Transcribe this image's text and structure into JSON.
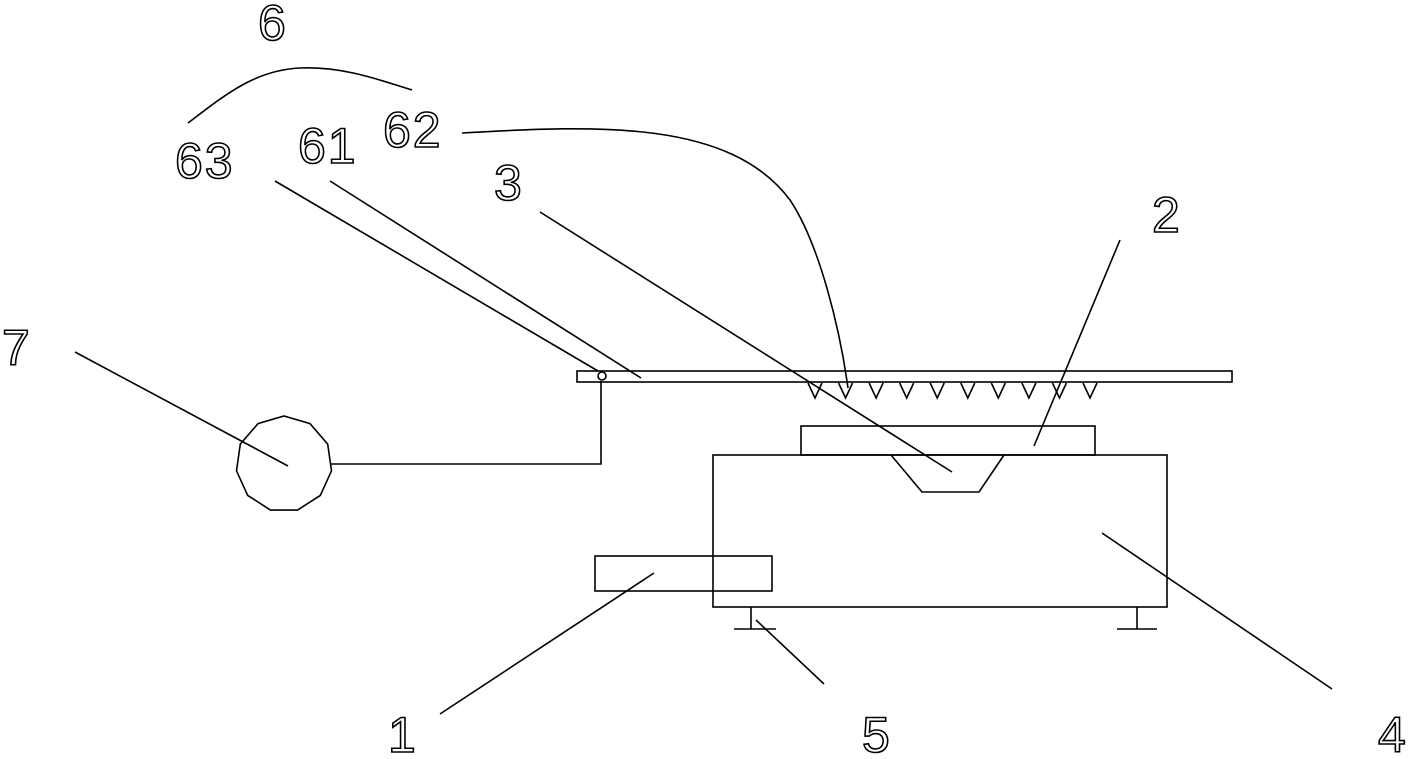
{
  "diagram": {
    "colors": {
      "line": "#000000",
      "background": "#ffffff"
    },
    "labels": {
      "l1": "1",
      "l2": "2",
      "l3": "3",
      "l4": "4",
      "l5": "5",
      "l6": "6",
      "l61": "61",
      "l62": "62",
      "l63": "63",
      "l7": "7"
    },
    "nozzle_count": 10
  }
}
